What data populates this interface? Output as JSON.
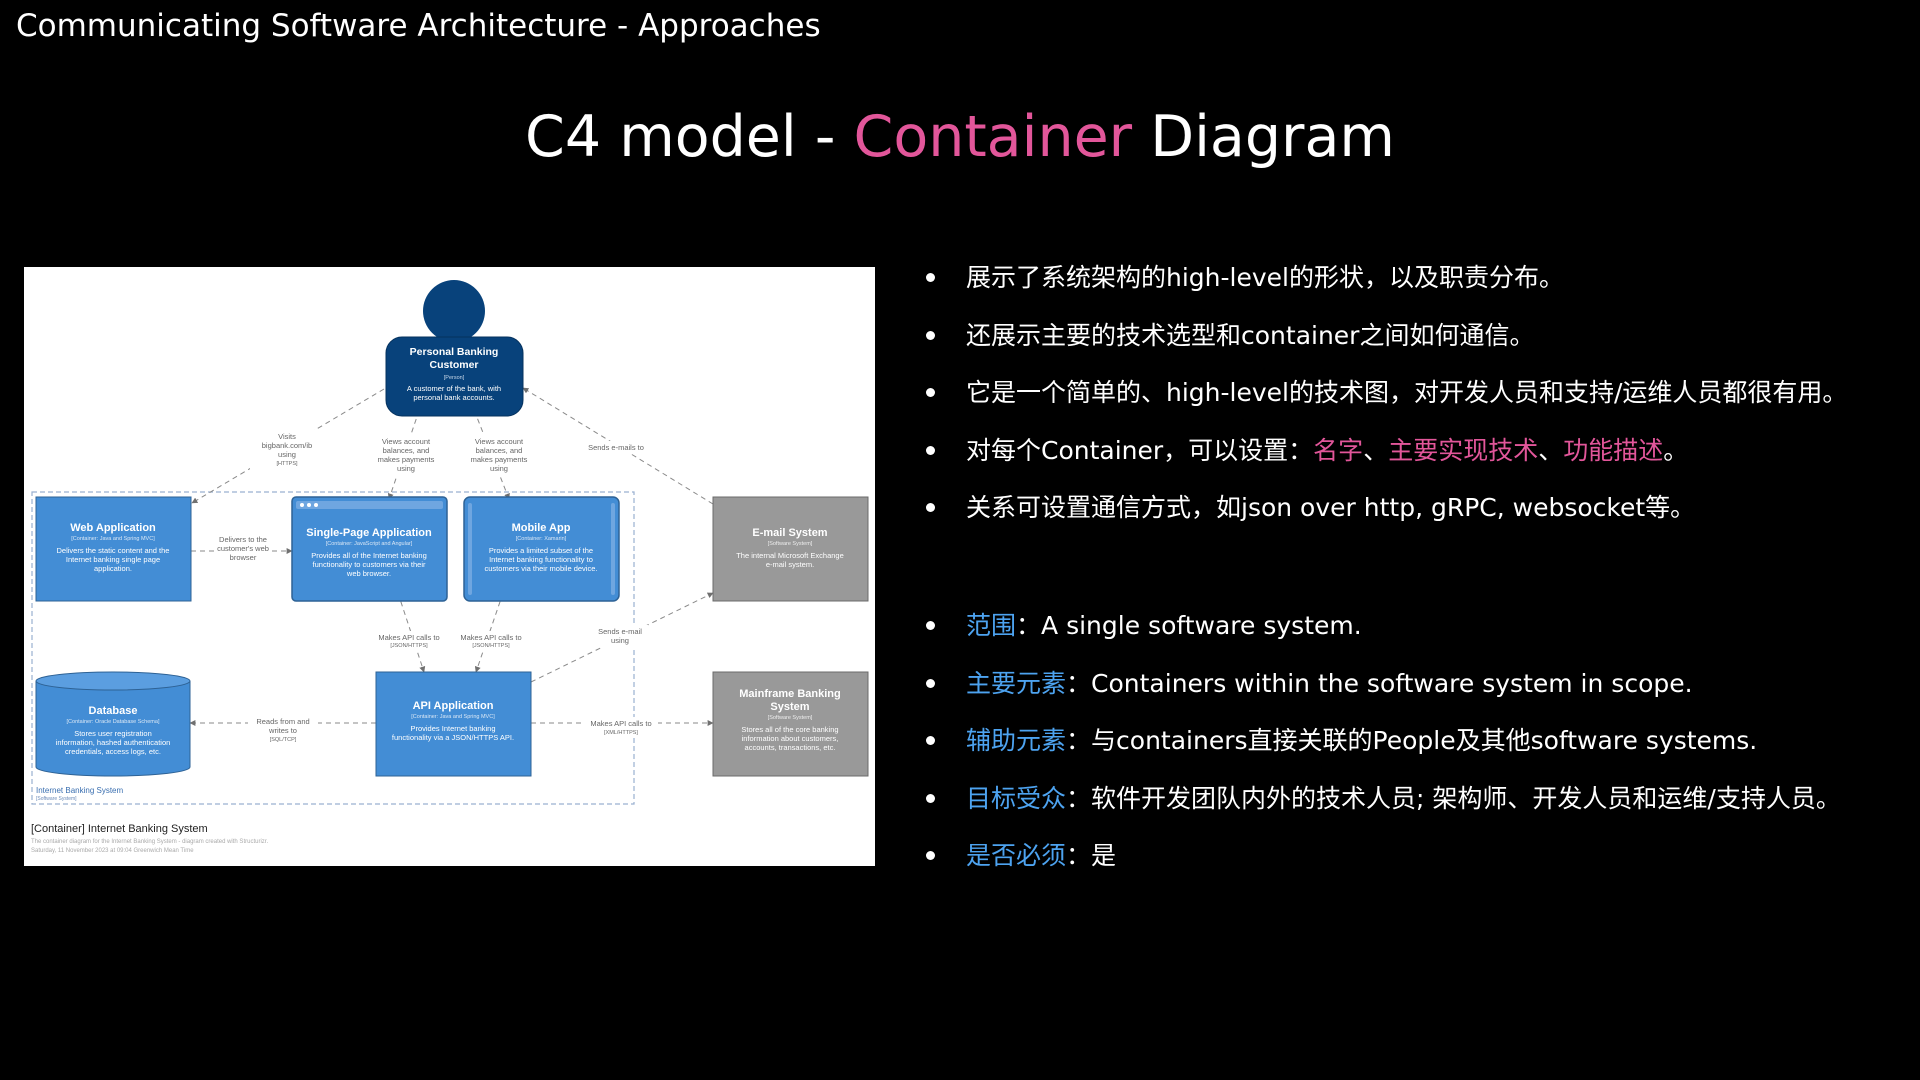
{
  "header": {
    "text": "Communicating Software Architecture - Approaches"
  },
  "title": {
    "prefix": "C4 model - ",
    "highlight": "Container",
    "suffix": " Diagram"
  },
  "diagram": {
    "person": {
      "name_line1": "Personal Banking",
      "name_line2": "Customer",
      "type": "[Person]",
      "desc_line1": "A customer of the bank, with",
      "desc_line2": "personal bank accounts."
    },
    "web_app": {
      "name": "Web Application",
      "tech": "[Container: Java and Spring MVC]",
      "desc_line1": "Delivers the static content and the",
      "desc_line2": "Internet banking single page",
      "desc_line3": "application."
    },
    "spa": {
      "name": "Single-Page Application",
      "tech": "[Container: JavaScript and Angular]",
      "desc_line1": "Provides all of the Internet banking",
      "desc_line2": "functionality to customers via their",
      "desc_line3": "web browser."
    },
    "mobile": {
      "name": "Mobile App",
      "tech": "[Container: Xamarin]",
      "desc_line1": "Provides a limited subset of the",
      "desc_line2": "Internet banking functionality to",
      "desc_line3": "customers via their mobile device."
    },
    "email": {
      "name": "E-mail System",
      "type": "[Software System]",
      "desc_line1": "The internal Microsoft Exchange",
      "desc_line2": "e-mail system."
    },
    "database": {
      "name": "Database",
      "tech": "[Container: Oracle Database Schema]",
      "desc_line1": "Stores user registration",
      "desc_line2": "information, hashed authentication",
      "desc_line3": "credentials, access logs, etc."
    },
    "api": {
      "name": "API Application",
      "tech": "[Container: Java and Spring MVC]",
      "desc_line1": "Provides Internet banking",
      "desc_line2": "functionality via a JSON/HTTPS API."
    },
    "mainframe": {
      "name_line1": "Mainframe Banking",
      "name_line2": "System",
      "type": "[Software System]",
      "desc_line1": "Stores all of the core banking",
      "desc_line2": "information about customers,",
      "desc_line3": "accounts, transactions, etc."
    },
    "boundary": {
      "name": "Internet Banking System",
      "type": "[Software System]"
    },
    "rel_visits": {
      "l1": "Visits",
      "l2": "bigbank.com/ib",
      "l3": "using",
      "l4": "[HTTPS]"
    },
    "rel_views_spa": {
      "l1": "Views account",
      "l2": "balances, and",
      "l3": "makes payments",
      "l4": "using"
    },
    "rel_views_mobile": {
      "l1": "Views account",
      "l2": "balances, and",
      "l3": "makes payments",
      "l4": "using"
    },
    "rel_sends_emails": {
      "l1": "Sends e-mails to"
    },
    "rel_delivers": {
      "l1": "Delivers to the",
      "l2": "customer's web",
      "l3": "browser"
    },
    "rel_api_spa": {
      "l1": "Makes API calls to",
      "l2": "[JSON/HTTPS]"
    },
    "rel_api_mobile": {
      "l1": "Makes API calls to",
      "l2": "[JSON/HTTPS]"
    },
    "rel_sends_email": {
      "l1": "Sends e-mail",
      "l2": "using"
    },
    "rel_reads": {
      "l1": "Reads from and",
      "l2": "writes to",
      "l3": "[SQL/TCP]"
    },
    "rel_mainframe": {
      "l1": "Makes API calls to",
      "l2": "[XML/HTTPS]"
    },
    "footer": {
      "title": "[Container] Internet Banking System",
      "line1": "The container diagram for the Internet Banking System - diagram created with Structurizr.",
      "line2": "Saturday, 11 November 2023 at 09:04 Greenwich Mean Time"
    }
  },
  "bullets": [
    {
      "text": "展示了系统架构的high-level的形状，以及职责分布。"
    },
    {
      "text": "还展示主要的技术选型和container之间如何通信。"
    },
    {
      "text": "它是一个简单的、high-level的技术图，对开发人员和支持/运维人员都很有用。"
    },
    {
      "prefix": "对每个Container，可以设置：",
      "h1": "名字",
      "sep1": "、",
      "h2": "主要实现技术",
      "sep2": "、",
      "h3": "功能描述",
      "end": "。"
    },
    {
      "text": "关系可设置通信方式，如json over http, gRPC, websocket等。"
    }
  ],
  "info": [
    {
      "label": "范围",
      "sep": "：",
      "value": "A single software system."
    },
    {
      "label": "主要元素",
      "sep": "：",
      "value": "Containers within the software system in scope."
    },
    {
      "label": "辅助元素",
      "sep": "：",
      "value": "与containers直接关联的People及其他software systems."
    },
    {
      "label": "目标受众",
      "sep": "：",
      "value": "软件开发团队内外的技术人员; 架构师、开发人员和运维/支持人员。"
    },
    {
      "label": "是否必须",
      "sep": "：",
      "value": "是"
    }
  ],
  "colors": {
    "accent_pink": "#e2569a",
    "accent_blue": "#4da3f0",
    "person": "#08427b",
    "container": "#438dd5",
    "external": "#999999"
  }
}
